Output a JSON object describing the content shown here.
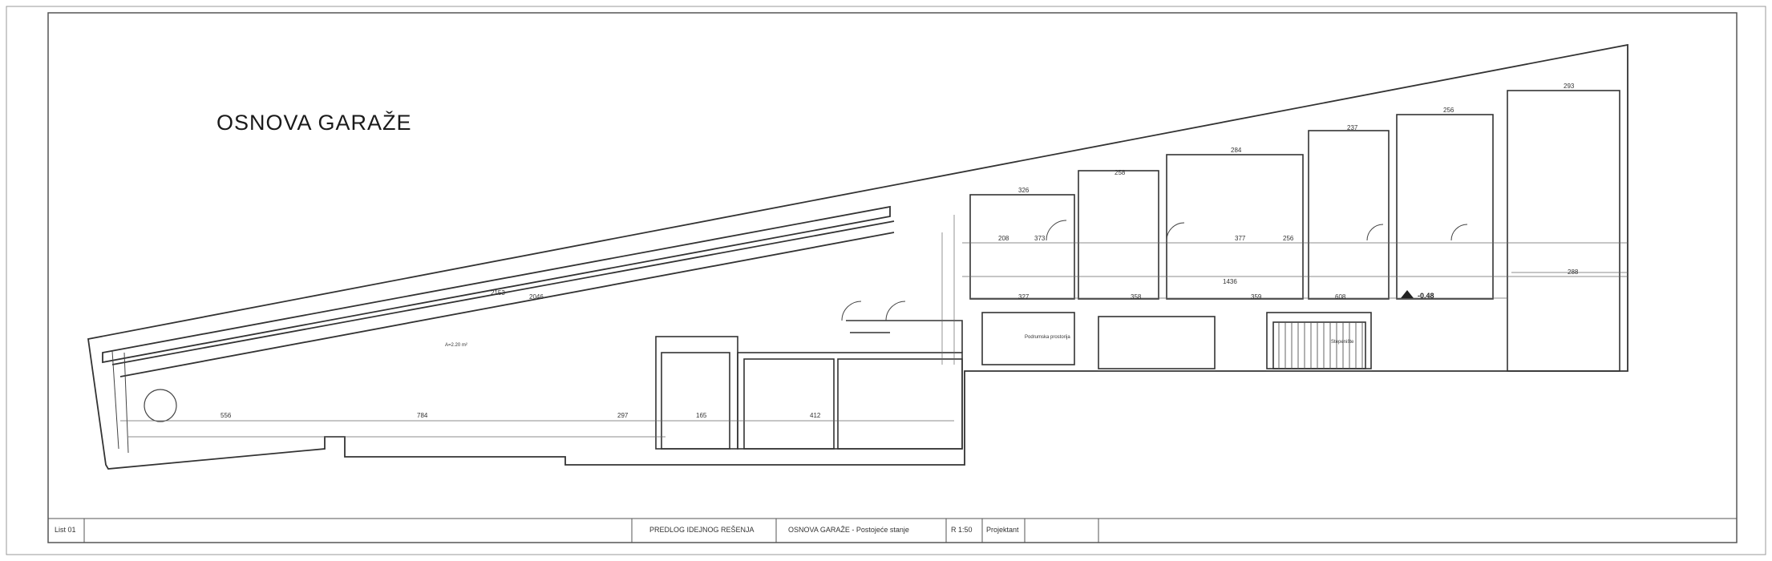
{
  "drawing": {
    "title": "OSNOVA GARAŽE",
    "level_mark": "-0.48",
    "dimensions": {
      "long_top_outer": "2153",
      "long_top_inner": "2046",
      "bottom_left": "556",
      "bottom_mid": "784",
      "bottom_right": "297",
      "bottom_165": "165",
      "bottom_412": "412",
      "r1": "326",
      "r2": "258",
      "r3": "284",
      "r4": "237",
      "r5": "256",
      "r6": "293",
      "row_208": "208",
      "row_373": "373",
      "row_377": "377",
      "row_256": "256",
      "row_1436": "1436",
      "row_327": "327",
      "row_358": "358",
      "row_359": "359",
      "row_608": "608",
      "row_288": "288",
      "room_label_left": "A=2.20 m²",
      "room_label_mid": "Podrumska prostorija",
      "room_label_stairs": "Stepenište"
    }
  },
  "title_block": {
    "sheet": "List 01",
    "project": "PREDLOG IDEJNOG REŠENJA",
    "drawing_name": "OSNOVA GARAŽE - Postojeće stanje",
    "scale": "R 1:50",
    "designer_label": "Projektant"
  }
}
